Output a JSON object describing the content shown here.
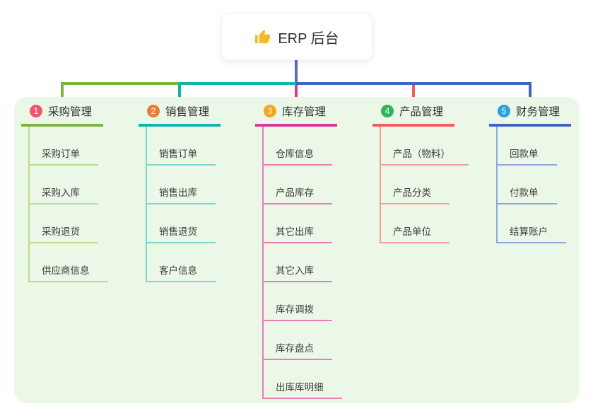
{
  "root": {
    "title": "ERP 后台",
    "icon": "thumbs-up-icon"
  },
  "colors": {
    "root_connector": "#5c6ac2",
    "panel_background": "#ecf8e7",
    "thumb_icon": "#f8b62c"
  },
  "branches": [
    {
      "index": "1",
      "label": "采购管理",
      "color": "#7db43e",
      "light_color": "#b9db93",
      "badge_color": "#f4536e",
      "children": [
        "采购订单",
        "采购入库",
        "采购退货",
        "供应商信息"
      ]
    },
    {
      "index": "2",
      "label": "销售管理",
      "color": "#12b3ad",
      "light_color": "#7fd5cf",
      "badge_color": "#ef7a36",
      "children": [
        "销售订单",
        "销售出库",
        "销售退货",
        "客户信息"
      ]
    },
    {
      "index": "3",
      "label": "库存管理",
      "color": "#d63a94",
      "light_color": "#ef7ab8",
      "badge_color": "#f7a51e",
      "children": [
        "仓库信息",
        "产品库存",
        "其它出库",
        "其它入库",
        "库存调拨",
        "库存盘点",
        "出库库明细"
      ]
    },
    {
      "index": "4",
      "label": "产品管理",
      "color": "#f15d5d",
      "light_color": "#f79d97",
      "badge_color": "#2eb45f",
      "children": [
        "产品（物料）",
        "产品分类",
        "产品单位"
      ]
    },
    {
      "index": "5",
      "label": "财务管理",
      "color": "#4064c6",
      "light_color": "#8ea8db",
      "badge_color": "#29a2dd",
      "children": [
        "回款单",
        "付款单",
        "结算账户"
      ]
    }
  ]
}
